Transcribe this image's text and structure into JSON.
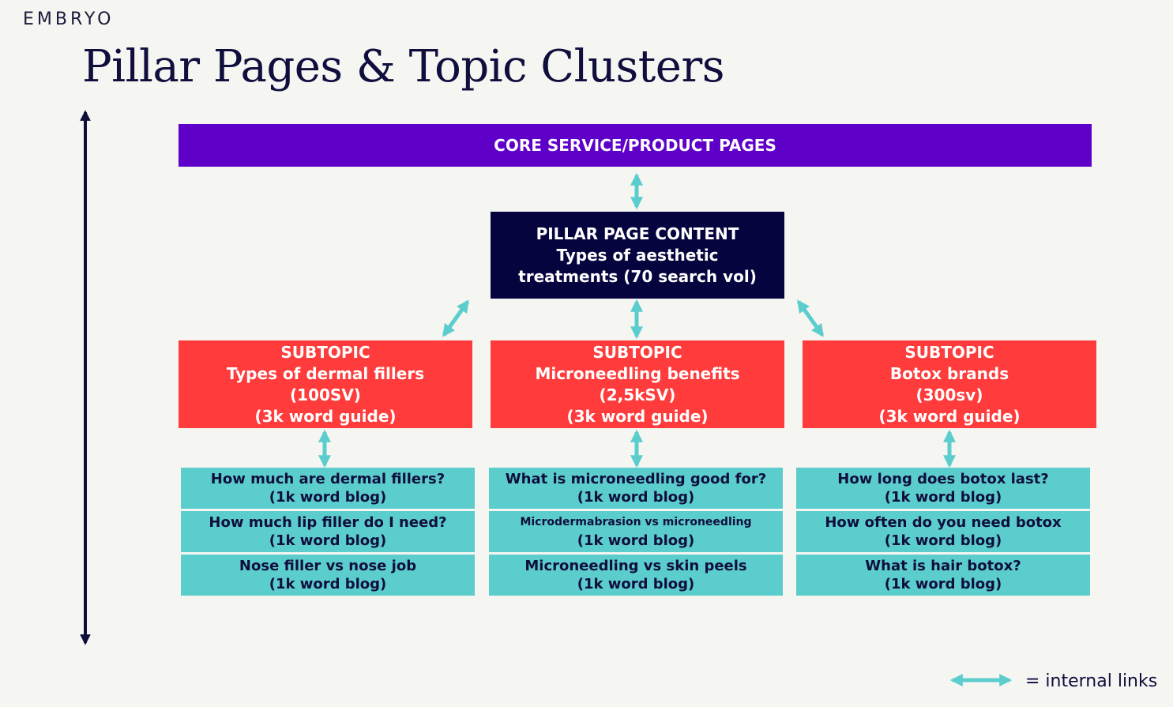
{
  "brand": {
    "logo": "EMBRYO"
  },
  "title": "Pillar Pages & Topic Clusters",
  "core": {
    "label": "CORE SERVICE/PRODUCT PAGES"
  },
  "pillar": {
    "lines": [
      "PILLAR PAGE CONTENT",
      "Types of aesthetic",
      "treatments (70 search vol)"
    ]
  },
  "subtopics": [
    {
      "lines": [
        "SUBTOPIC",
        "Types of dermal fillers",
        "(100SV)",
        "(3k word guide)"
      ]
    },
    {
      "lines": [
        "SUBTOPIC",
        "Microneedling benefits",
        "(2,5kSV)",
        "(3k word guide)"
      ]
    },
    {
      "lines": [
        "SUBTOPIC",
        "Botox brands",
        "(300sv)",
        "(3k word guide)"
      ]
    }
  ],
  "blogs": [
    [
      {
        "question": "How much are dermal fillers?",
        "detail": "(1k word blog)"
      },
      {
        "question": "How much lip filler do I need?",
        "detail": "(1k word blog)"
      },
      {
        "question": "Nose filler vs nose job",
        "detail": "(1k word blog)"
      }
    ],
    [
      {
        "question": "What is microneedling good for?",
        "detail": "(1k word blog)"
      },
      {
        "question": "Microdermabrasion vs microneedling",
        "detail": "(1k word blog)"
      },
      {
        "question": "Microneedling vs skin peels",
        "detail": "(1k word blog)"
      }
    ],
    [
      {
        "question": "How long does botox last?",
        "detail": "(1k word blog)"
      },
      {
        "question": "How often do you need botox",
        "detail": "(1k word blog)"
      },
      {
        "question": "What is hair botox?",
        "detail": "(1k word blog)"
      }
    ]
  ],
  "legend": {
    "label": "= internal links"
  },
  "colors": {
    "core": "#5f00c9",
    "pillar": "#06043f",
    "subtopic": "#ff3b3b",
    "blog": "#5bcdcc",
    "link_arrow": "#5bcdcc",
    "axis": "#0f0e3d"
  }
}
